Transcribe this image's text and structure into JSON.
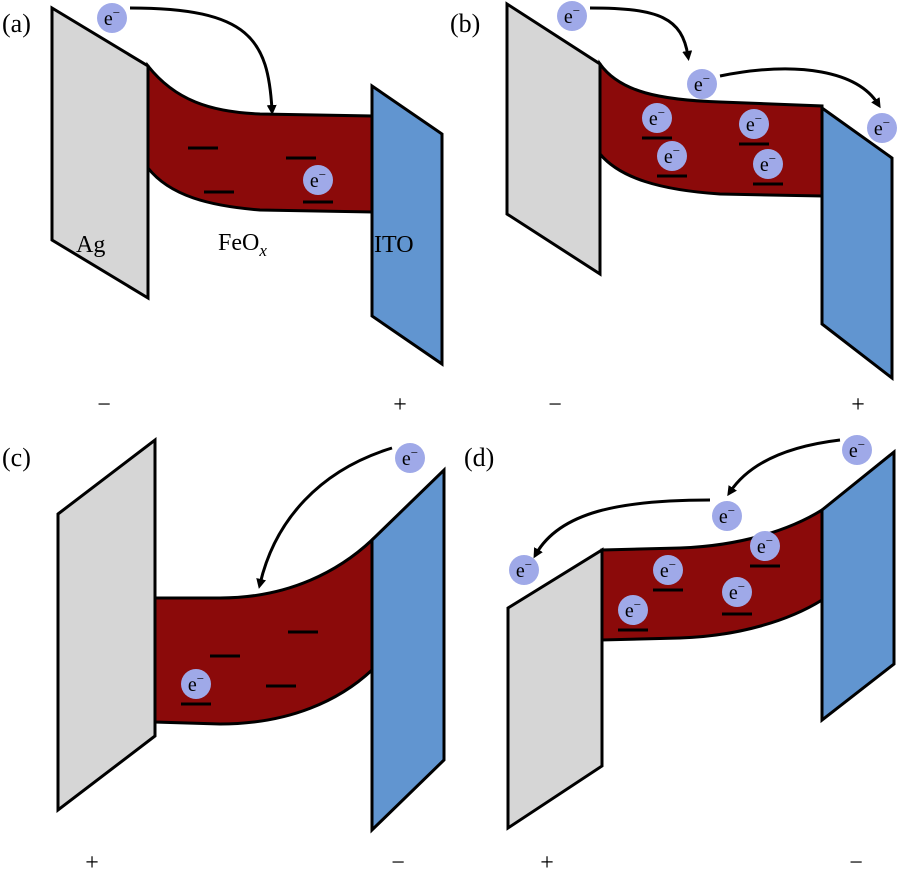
{
  "panels": {
    "a": {
      "label": "(a)",
      "left_polarity": "−",
      "right_polarity": "+"
    },
    "b": {
      "label": "(b)",
      "left_polarity": "−",
      "right_polarity": "+"
    },
    "c": {
      "label": "(c)",
      "left_polarity": "+",
      "right_polarity": "−"
    },
    "d": {
      "label": "(d)",
      "left_polarity": "+",
      "right_polarity": "−"
    }
  },
  "materials": {
    "left_electrode": "Ag",
    "oxide_base": "FeO",
    "oxide_subscript": "x",
    "right_electrode": "ITO"
  },
  "electron_label": "e",
  "electron_sup": "−",
  "colors": {
    "ag": "#d6d6d6",
    "ito": "#6195d0",
    "oxide": "#8b0a0a",
    "electron": "#9fa9e8",
    "outline": "#000000"
  }
}
